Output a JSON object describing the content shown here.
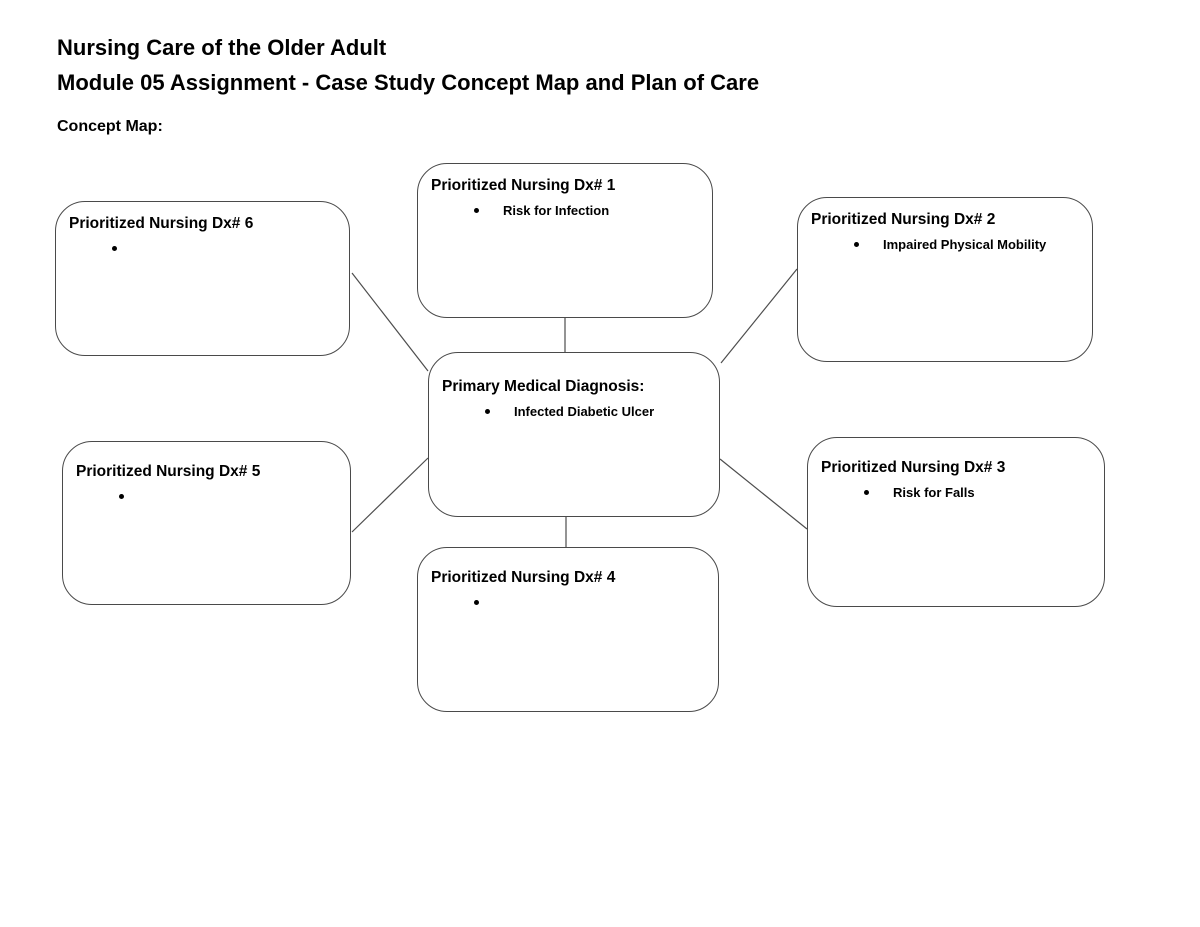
{
  "page": {
    "title_line1": "Nursing Care of the Older Adult",
    "title_line2": "Module 05 Assignment - Case Study Concept Map and Plan of Care",
    "section_label": "Concept Map:"
  },
  "concept_map": {
    "center": {
      "title": "Primary Medical Diagnosis:",
      "items": [
        "Infected Diabetic Ulcer"
      ]
    },
    "nodes": [
      {
        "title": "Prioritized Nursing Dx# 1",
        "items": [
          "Risk for Infection"
        ]
      },
      {
        "title": "Prioritized Nursing Dx# 2",
        "items": [
          "Impaired Physical Mobility"
        ]
      },
      {
        "title": "Prioritized Nursing Dx# 3",
        "items": [
          "Risk for Falls"
        ]
      },
      {
        "title": "Prioritized Nursing Dx# 4",
        "items": [
          ""
        ]
      },
      {
        "title": "Prioritized Nursing Dx# 5",
        "items": [
          ""
        ]
      },
      {
        "title": "Prioritized Nursing Dx# 6",
        "items": [
          ""
        ]
      }
    ],
    "colors": {
      "background": "#ffffff",
      "text": "#000000",
      "border": "#4a4a4a",
      "edge": "#4d4d4d"
    }
  }
}
